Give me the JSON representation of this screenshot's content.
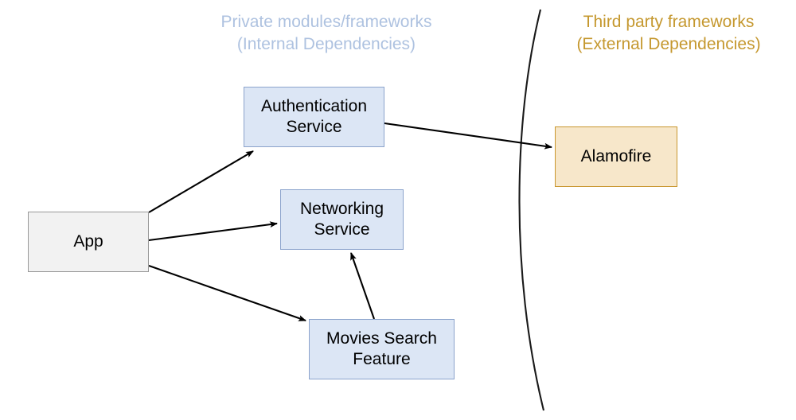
{
  "diagram": {
    "title_internal": "Private modules/frameworks\n(Internal Dependencies)",
    "title_external": "Third party frameworks\n(External Dependencies)",
    "colors": {
      "internal_label": "#aec2e0",
      "external_label": "#c5982f",
      "internal_node_fill": "#dce6f5",
      "internal_node_stroke": "#8ba3cc",
      "app_node_fill": "#f2f2f2",
      "app_node_stroke": "#999999",
      "external_node_fill": "#f7e7ca",
      "external_node_stroke": "#c9972f",
      "edge_stroke": "#000000",
      "boundary_stroke": "#1a1a1a",
      "background": "#ffffff"
    },
    "nodes": [
      {
        "id": "app",
        "label": "App",
        "group": "internal"
      },
      {
        "id": "auth",
        "label": "Authentication\nService",
        "group": "internal"
      },
      {
        "id": "networking",
        "label": "Networking\nService",
        "group": "internal"
      },
      {
        "id": "movies",
        "label": "Movies Search\nFeature",
        "group": "internal"
      },
      {
        "id": "alamofire",
        "label": "Alamofire",
        "group": "external"
      }
    ],
    "edges": [
      {
        "from": "app",
        "to": "auth"
      },
      {
        "from": "app",
        "to": "networking"
      },
      {
        "from": "app",
        "to": "movies"
      },
      {
        "from": "movies",
        "to": "networking"
      },
      {
        "from": "auth",
        "to": "alamofire"
      }
    ],
    "boundary": {
      "name": "internal-external-boundary-curve",
      "style": "solid-arc"
    }
  }
}
